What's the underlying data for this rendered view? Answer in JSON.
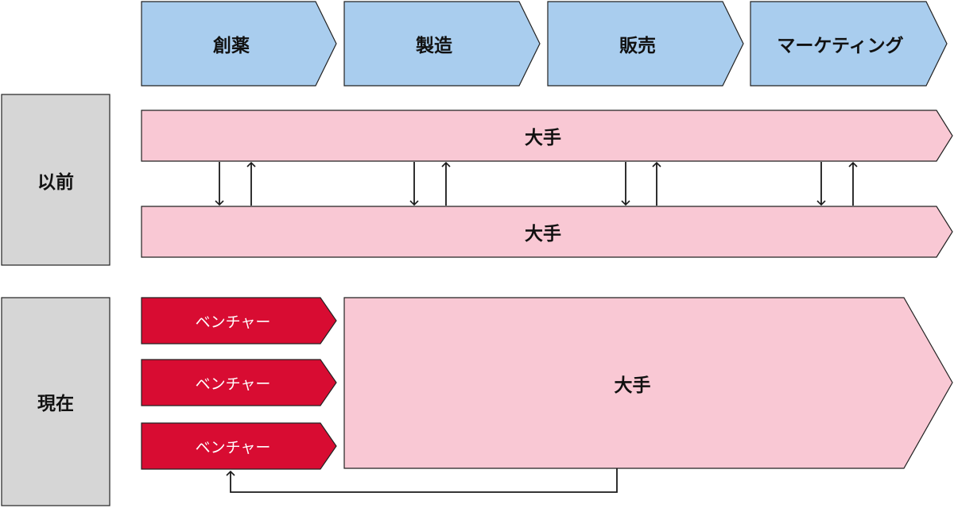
{
  "stages": [
    {
      "label": "創薬"
    },
    {
      "label": "製造"
    },
    {
      "label": "販売"
    },
    {
      "label": "マーケティング"
    }
  ],
  "rows": {
    "before": {
      "label": "以前",
      "top_bar": "大手",
      "bottom_bar": "大手"
    },
    "now": {
      "label": "現在",
      "ventures": [
        {
          "label": "ベンチャー"
        },
        {
          "label": "ベンチャー"
        },
        {
          "label": "ベンチャー"
        }
      ],
      "big": "大手"
    }
  },
  "colors": {
    "stage_fill": "#a9cdee",
    "side_fill": "#d6d6d6",
    "big_fill": "#f9c8d4",
    "venture_fill": "#d80c32",
    "line": "#1a1a1a"
  }
}
